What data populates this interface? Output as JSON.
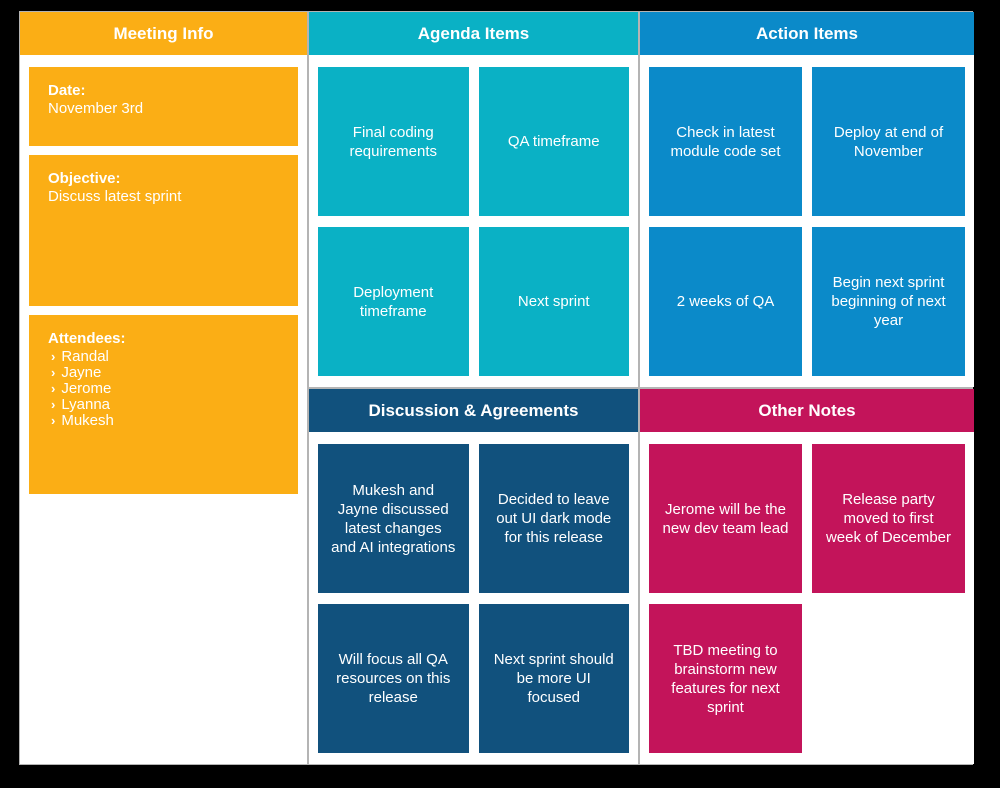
{
  "colors": {
    "background": "#000000",
    "board": "#FFFFFF",
    "divider": "#B4B4B4",
    "orange": "#FBAE15",
    "teal": "#0AB1C5",
    "blue": "#0B8AC9",
    "navy": "#11517D",
    "crimson": "#C3145A",
    "text": "#FFFFFF"
  },
  "meeting_info": {
    "header": "Meeting Info",
    "date_label": "Date:",
    "date_value": "November 3rd",
    "objective_label": "Objective:",
    "objective_value": "Discuss latest sprint",
    "attendees_label": "Attendees:",
    "bullet": "›",
    "attendees": [
      "Randal",
      "Jayne",
      "Jerome",
      "Lyanna",
      "Mukesh"
    ]
  },
  "agenda": {
    "header": "Agenda Items",
    "cards": [
      "Final coding requirements",
      "QA timeframe",
      "Deployment timeframe",
      "Next sprint"
    ]
  },
  "actions": {
    "header": "Action Items",
    "cards": [
      "Check in latest module code set",
      "Deploy at end of November",
      "2 weeks of QA",
      "Begin next sprint beginning of next year"
    ]
  },
  "discussion": {
    "header": "Discussion & Agreements",
    "cards": [
      "Mukesh and Jayne discussed latest changes and AI integrations",
      "Decided to leave out UI dark mode for this release",
      "Will focus all QA resources on this release",
      "Next sprint should be more UI focused"
    ]
  },
  "notes": {
    "header": "Other Notes",
    "cards": [
      "Jerome will be the new dev team lead",
      "Release party moved to first week of December",
      "TBD meeting to brainstorm new features for next sprint"
    ]
  }
}
